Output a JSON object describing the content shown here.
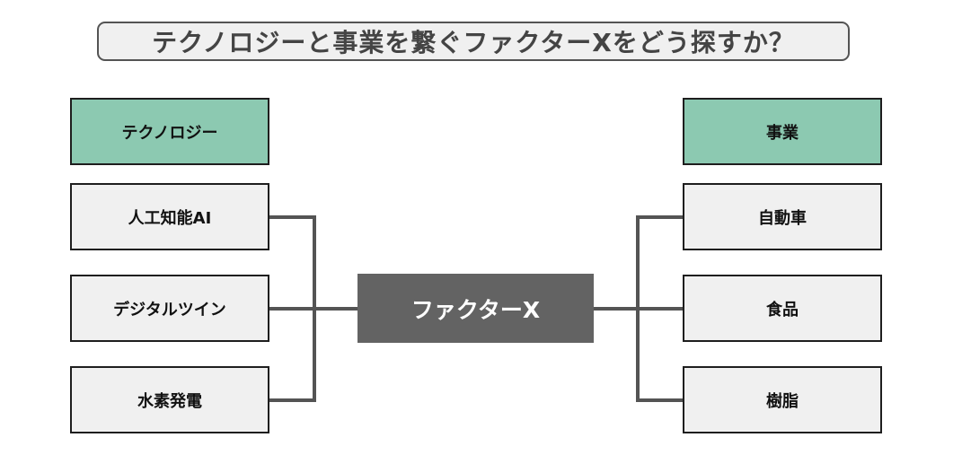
{
  "title": "テクノロジーと事業を繋ぐファクターXをどう探すか？",
  "left_column": {
    "header": "テクノロジー",
    "items": [
      "人工知能AI",
      "デジタルツイン",
      "水素発電"
    ]
  },
  "right_column": {
    "header": "事業",
    "items": [
      "自動車",
      "食品",
      "樹脂"
    ]
  },
  "center": {
    "label": "ファクターX"
  },
  "colors": {
    "header_fill": "#8cc9b1",
    "box_fill": "#f0f0f0",
    "center_fill": "#636363",
    "line": "#545454"
  }
}
